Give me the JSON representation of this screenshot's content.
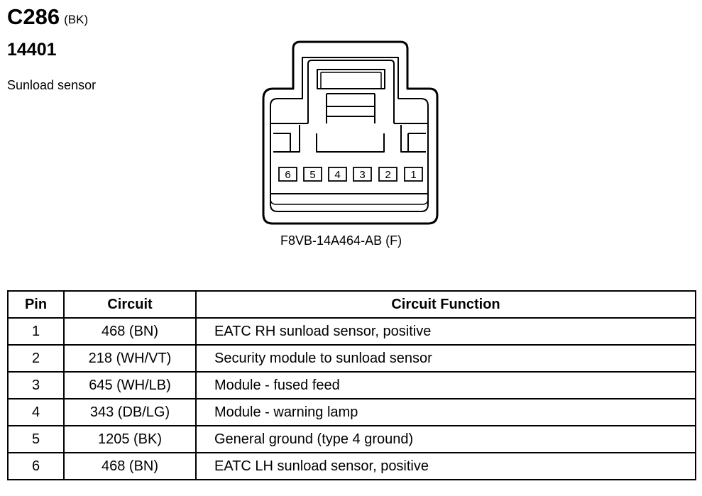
{
  "header": {
    "connector_id": "C286",
    "connector_color": "(BK)",
    "part_id": "14401",
    "description": "Sunload sensor"
  },
  "connector": {
    "part_number": "F8VB-14A464-AB (F)",
    "cavity_labels": [
      "6",
      "5",
      "4",
      "3",
      "2",
      "1"
    ]
  },
  "table": {
    "headers": {
      "pin": "Pin",
      "circuit": "Circuit",
      "function": "Circuit Function"
    },
    "rows": [
      {
        "pin": "1",
        "circuit": "468 (BN)",
        "function": "EATC RH sunload sensor, positive"
      },
      {
        "pin": "2",
        "circuit": "218 (WH/VT)",
        "function": "Security module to sunload sensor"
      },
      {
        "pin": "3",
        "circuit": "645 (WH/LB)",
        "function": "Module - fused feed"
      },
      {
        "pin": "4",
        "circuit": "343 (DB/LG)",
        "function": "Module - warning lamp"
      },
      {
        "pin": "5",
        "circuit": "1205 (BK)",
        "function": "General ground (type 4 ground)"
      },
      {
        "pin": "6",
        "circuit": "468 (BN)",
        "function": "EATC LH sunload sensor, positive"
      }
    ]
  }
}
